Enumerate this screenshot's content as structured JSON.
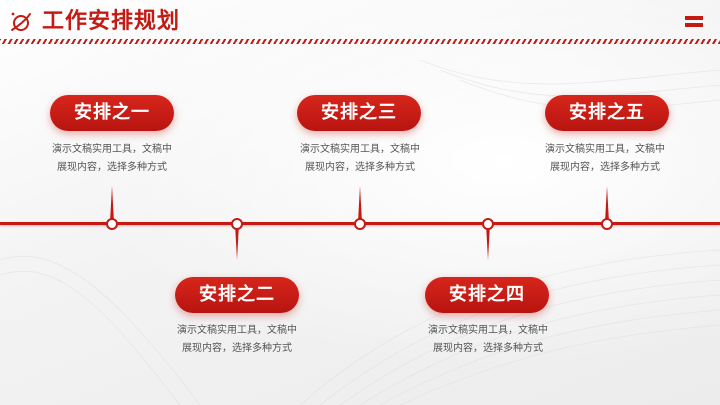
{
  "header": {
    "title": "工作安排规划",
    "logo_icon": "planet-icon",
    "menu_icon": "menu-icon"
  },
  "colors": {
    "accent": "#c41a14",
    "text": "#555555",
    "background": "#f5f5f5"
  },
  "timeline": {
    "items": [
      {
        "label": "安排之一",
        "desc_line1": "演示文稿实用工具，文稿中",
        "desc_line2": "展现内容，选择多种方式",
        "position": "above"
      },
      {
        "label": "安排之二",
        "desc_line1": "演示文稿实用工具，文稿中",
        "desc_line2": "展现内容，选择多种方式",
        "position": "below"
      },
      {
        "label": "安排之三",
        "desc_line1": "演示文稿实用工具，文稿中",
        "desc_line2": "展现内容，选择多种方式",
        "position": "above"
      },
      {
        "label": "安排之四",
        "desc_line1": "演示文稿实用工具，文稿中",
        "desc_line2": "展现内容，选择多种方式",
        "position": "below"
      },
      {
        "label": "安排之五",
        "desc_line1": "演示文稿实用工具，文稿中",
        "desc_line2": "展现内容，选择多种方式",
        "position": "above"
      }
    ]
  }
}
